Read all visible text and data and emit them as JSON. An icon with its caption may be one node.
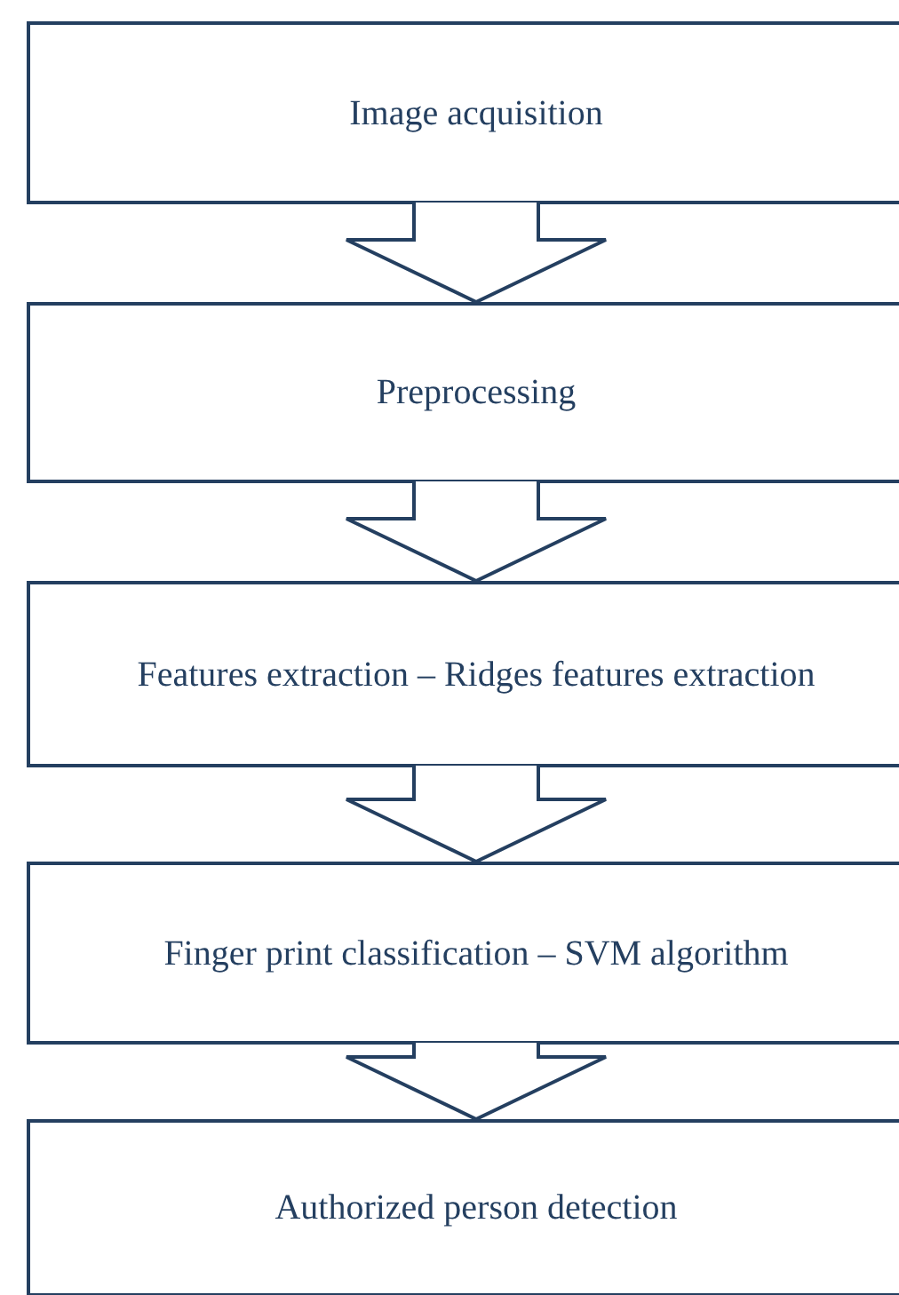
{
  "diagram": {
    "nodes": [
      {
        "text": [
          "Image acquisition"
        ]
      },
      {
        "text": [
          "Preprocessing"
        ]
      },
      {
        "text": [
          "Features extraction – Ridges features extraction"
        ]
      },
      {
        "text": [
          "Finger print classification – SVM algorithm"
        ]
      },
      {
        "text": [
          "Authorized person detection"
        ]
      }
    ],
    "edges": [
      {
        "from": 0,
        "to": 1,
        "arrow": "to"
      },
      {
        "from": 1,
        "to": 2,
        "arrow": "to"
      },
      {
        "from": 2,
        "to": 3,
        "arrow": "to"
      },
      {
        "from": 3,
        "to": 4,
        "arrow": "to"
      }
    ]
  }
}
